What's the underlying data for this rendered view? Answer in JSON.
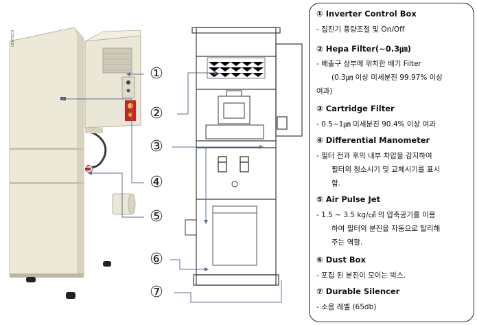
{
  "callouts": [
    "①",
    "②",
    "③",
    "④",
    "⑤",
    "⑥",
    "⑦"
  ],
  "brand_label": "GENTECH",
  "colors": {
    "machine_body": "#ece8d8",
    "machine_shadow": "#cfc9b4",
    "red_plate": "#cc2222",
    "frame_line": "#3a3a3a"
  },
  "panel": {
    "sections": [
      {
        "title": "① Inverter Control Box",
        "lines": [
          "-   집진기 풍량조절 및 On/Off"
        ]
      },
      {
        "title": "② Hepa Filter(~0.3㎛)",
        "lines": [
          "-   배출구 상부에 위치한 배기 Filter",
          "(0.3㎛ 이상 미세분진 99.97% 이상",
          "여과)"
        ]
      },
      {
        "title": "③ Cartridge Filter",
        "lines": [
          "-   0.5~1㎛ 미세분진 90.4% 이상 여과"
        ]
      },
      {
        "title": "④ Differential Manometer",
        "lines": [
          "-   필터 전과 후의 내부 차압을 감지하여",
          "필터의 청소시기 및 교체시기를 표시",
          "함."
        ]
      },
      {
        "title": "⑤ Air Pulse Jet",
        "lines": [
          "-   1.5 ~ 3.5 kg/㎠ 의 압축공기를 이용",
          "하여 필터의 분진을 자동으로 탈리해",
          "주는 역할."
        ]
      },
      {
        "title": "⑥ Dust Box",
        "lines": [
          "-   포집 된 분진이 모이는 박스."
        ]
      },
      {
        "title": "⑦ Durable Silencer",
        "lines": [
          "- 소음 레벨 (65db)"
        ]
      }
    ]
  }
}
